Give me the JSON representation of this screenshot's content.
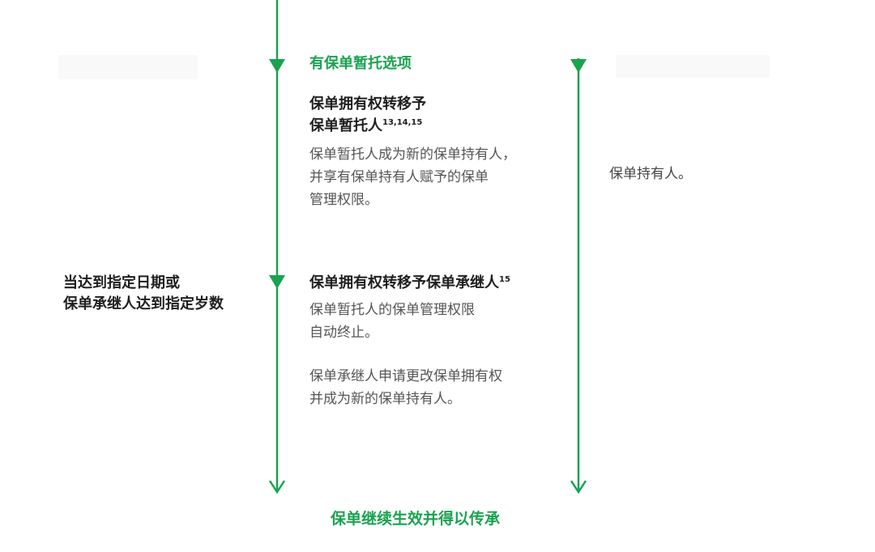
{
  "branch": {
    "title": "有保单暂托选项",
    "step1": {
      "heading_line1": "保单拥有权转移予",
      "heading_line2": "保单暂托人",
      "heading_refs": "13,14,15",
      "body_lines": [
        "保单暂托人成为新的保单持有人，",
        "并享有保单持有人赋予的保单",
        "管理权限。"
      ]
    },
    "step2": {
      "heading": "保单拥有权转移予保单承继人",
      "heading_refs": "15",
      "body_lines": [
        "保单暂托人的保单管理权限",
        "自动终止。"
      ],
      "body2_lines": [
        "保单承继人申请更改保单拥有权",
        "并成为新的保单持有人。"
      ]
    }
  },
  "condition_label": {
    "line1": "当达到指定日期或",
    "line2": "保单承继人达到指定岁数"
  },
  "right_partial_text": "保单持有人。",
  "footer": {
    "result": "保单继续生效并得以传承"
  },
  "colors": {
    "accent_green": "#1aa251",
    "heading_text": "#1f1f1f",
    "body_text": "#555555"
  }
}
